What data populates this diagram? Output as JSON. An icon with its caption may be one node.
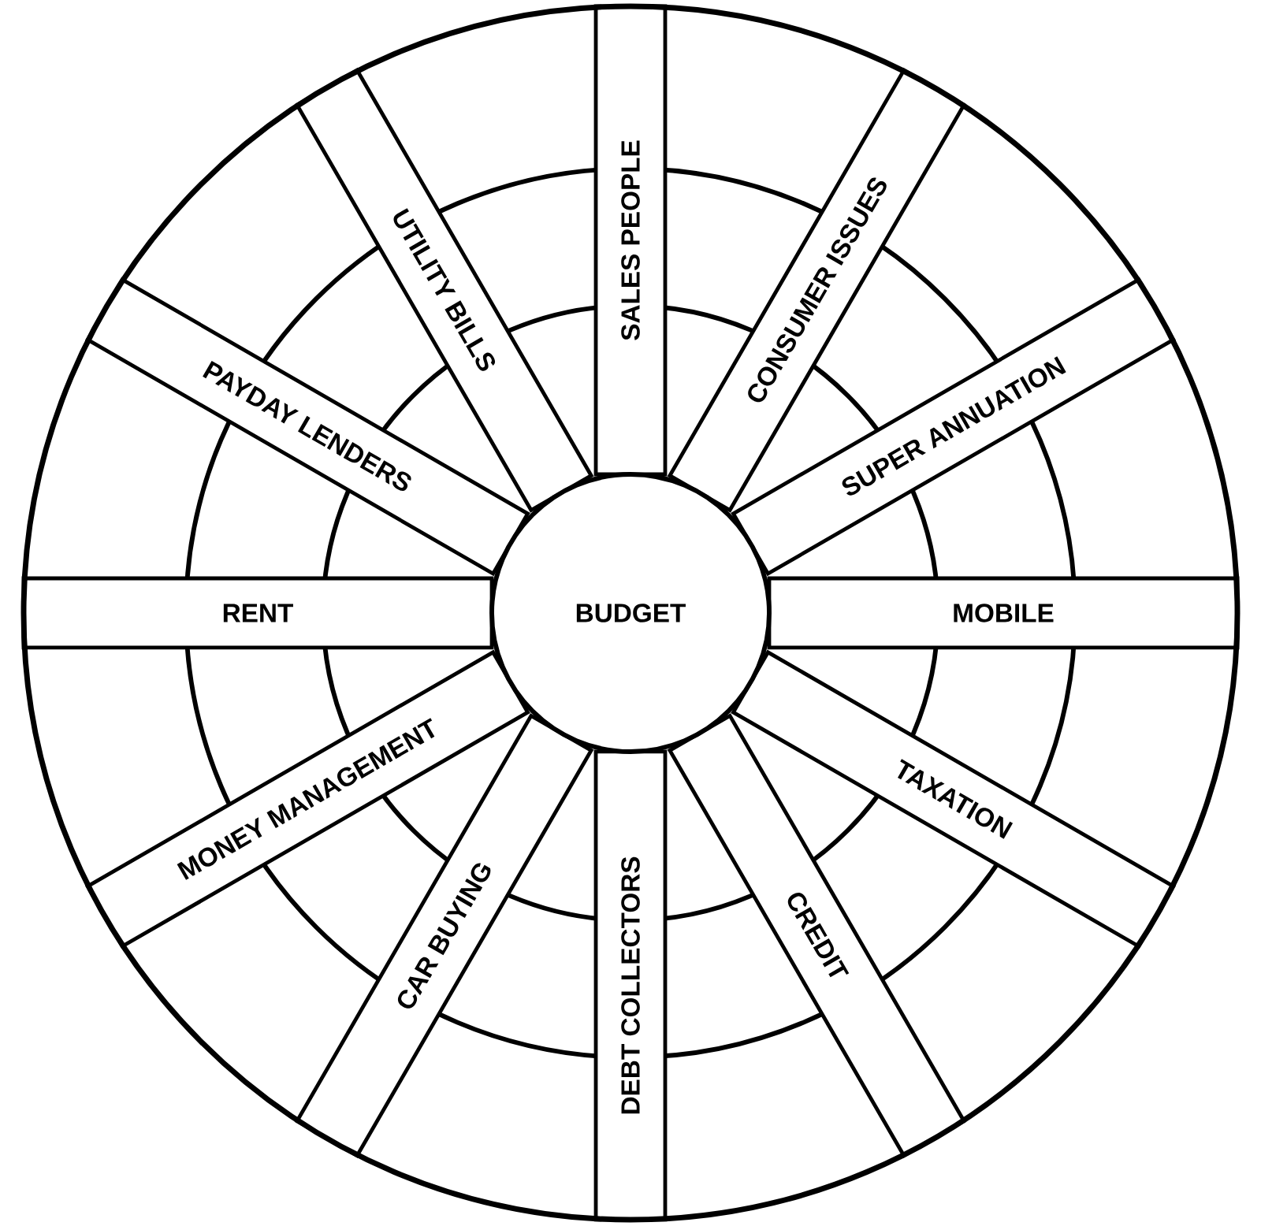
{
  "diagram": {
    "nodes": [
      {
        "text": [
          "BUDGET"
        ]
      },
      {
        "text": [
          "SALES PEOPLE"
        ]
      },
      {
        "text": [
          "CONSUMER ISSUES"
        ]
      },
      {
        "text": [
          "SUPER ANNUATION"
        ]
      },
      {
        "text": [
          "MOBILE"
        ]
      },
      {
        "text": [
          "TAXATION"
        ]
      },
      {
        "text": [
          "CREDIT"
        ]
      },
      {
        "text": [
          "DEBT COLLECTORS"
        ]
      },
      {
        "text": [
          "CAR BUYING"
        ]
      },
      {
        "text": [
          "MONEY MANAGEMENT"
        ]
      },
      {
        "text": [
          "RENT"
        ]
      },
      {
        "text": [
          "PAYDAY LENDERS"
        ]
      },
      {
        "text": [
          "UTILITY BILLS"
        ]
      }
    ]
  }
}
